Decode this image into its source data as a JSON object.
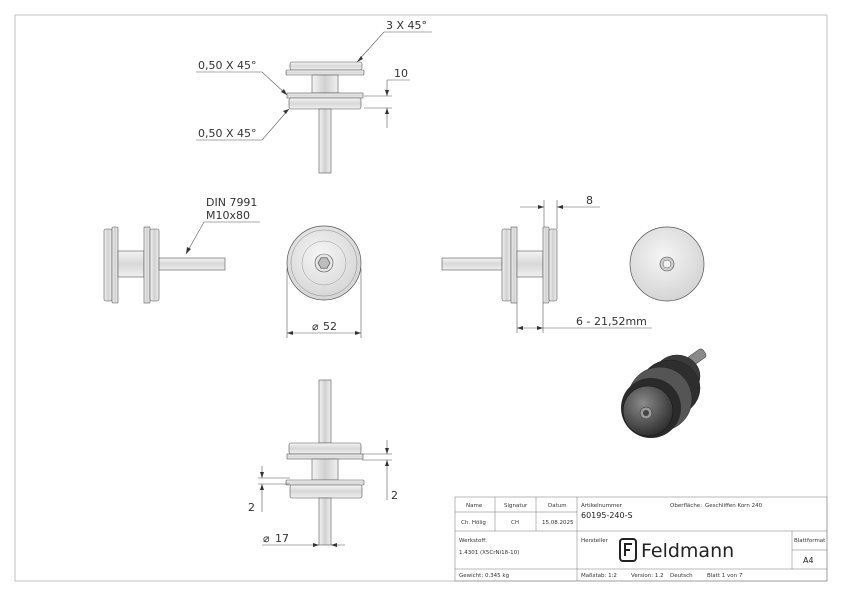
{
  "colors": {
    "line": "#555555",
    "dark": "#222222",
    "part_light": "#e8e8e8",
    "part_dark": "#3a3a3a"
  },
  "annotations": {
    "chamfer_top": "3 X 45°",
    "chamfer_mid": "0,50 X 45°",
    "chamfer_low": "0,50 X 45°",
    "dim_top": "10",
    "bolt_line1": "DIN 7991",
    "bolt_line2": "M10x80",
    "dim_gap": "8",
    "diameter_main": "52",
    "range": "6 - 21,52mm",
    "dim_left_2": "2",
    "dim_right_2": "2",
    "diameter_small": "17"
  },
  "title_block": {
    "h_name": "Name",
    "h_signature": "Signatur",
    "h_date": "Datum",
    "name": "Ch. Hölig",
    "signature": "CH",
    "date": "15.08.2025",
    "article_label": "Artikelnummer",
    "article_number": "60195-240-S",
    "surface_label": "Oberfläche:",
    "surface_value": "Geschliffen Korn 240",
    "material_label": "Werkstoff:",
    "material_value": "1.4301 (X5CrNi18-10)",
    "manufacturer_label": "Hersteller",
    "company": "Feldmann",
    "format_label": "Blattformat",
    "format": "A4",
    "weight": "Gewicht: 0.345 kg",
    "scale": "Maßstab: 1:2",
    "version": "Version: 1.2",
    "language": "Deutsch",
    "sheet": "Blatt 1 von 7"
  }
}
